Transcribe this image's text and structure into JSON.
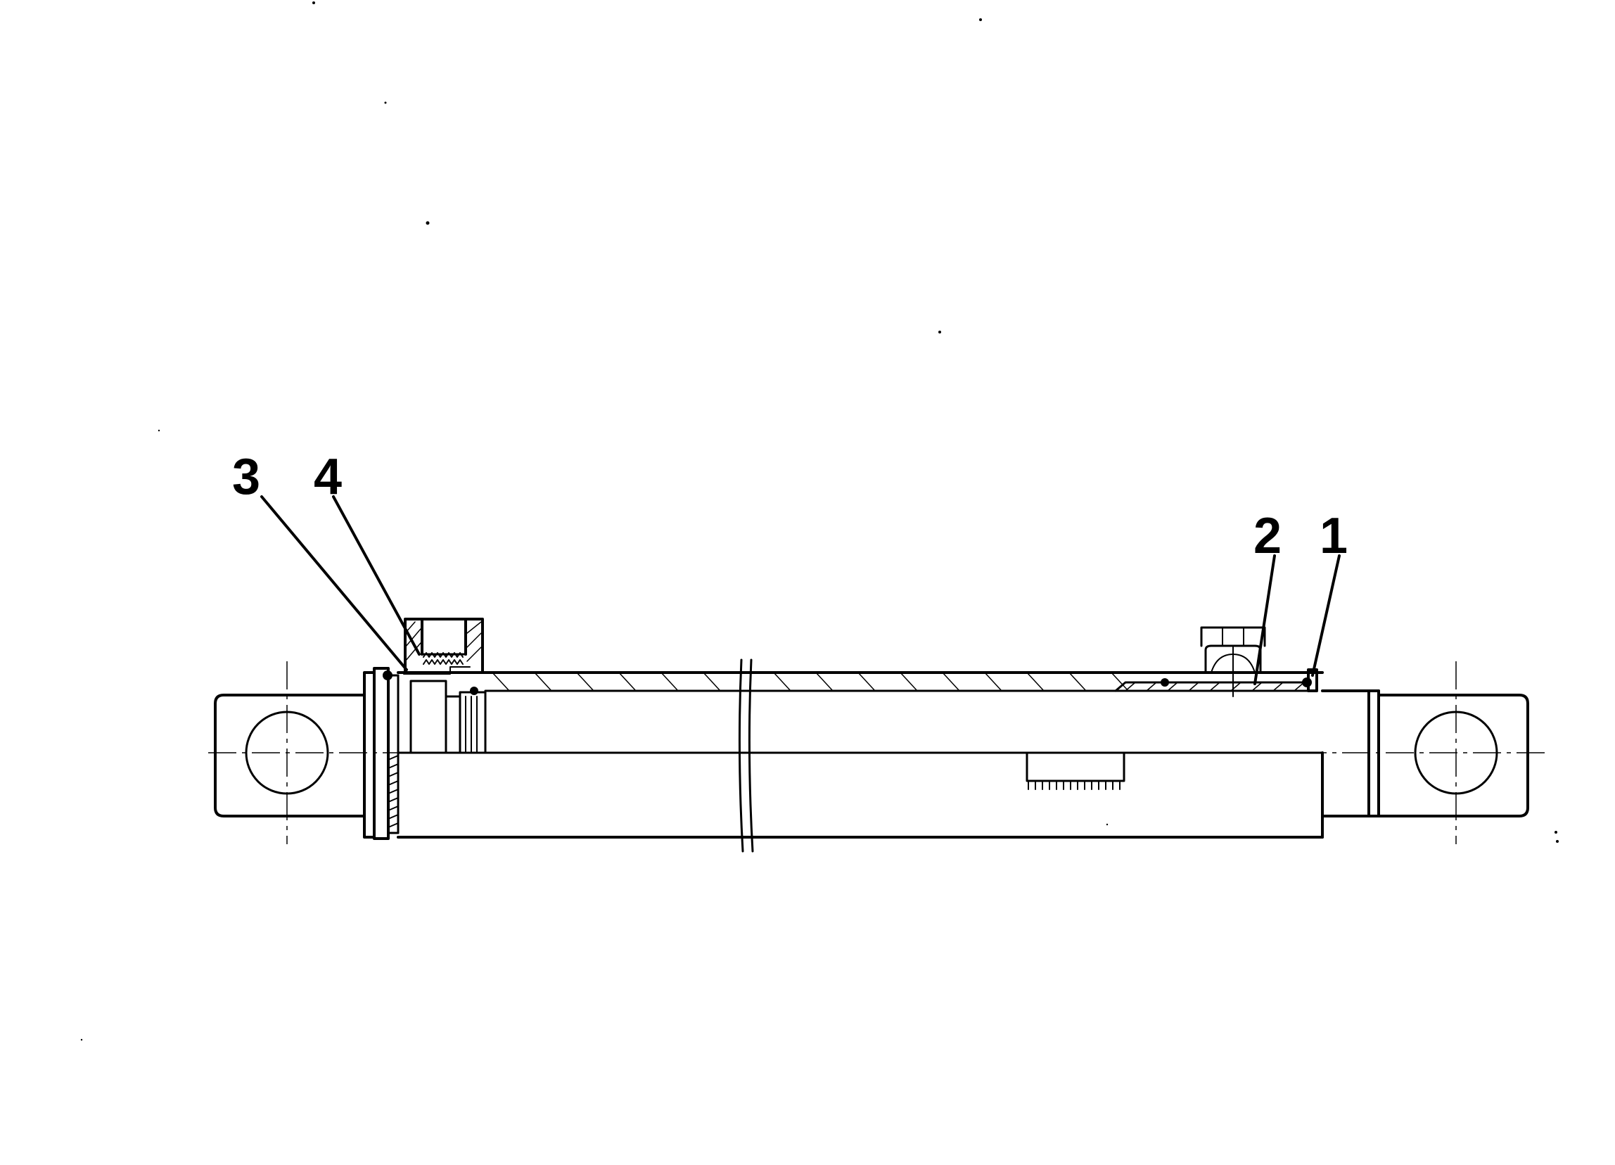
{
  "drawing": {
    "title": "",
    "callouts": [
      {
        "id": "callout-1",
        "label": "1"
      },
      {
        "id": "callout-2",
        "label": "2"
      },
      {
        "id": "callout-3",
        "label": "3"
      },
      {
        "id": "callout-4",
        "label": "4"
      }
    ]
  }
}
